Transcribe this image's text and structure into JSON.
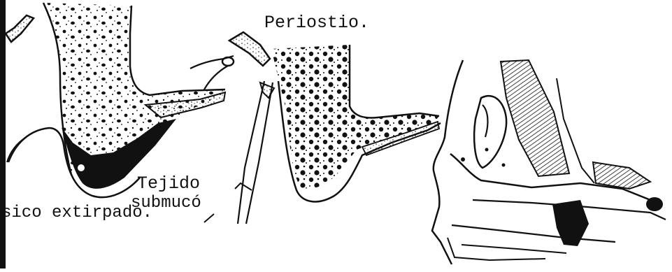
{
  "labels": {
    "periostio": "Periostio.",
    "tejido": "Tejido",
    "submuco": "submucó",
    "sico_extirpado": "sico extirpado."
  },
  "colors": {
    "ink": "#111111",
    "paper": "#ffffff"
  }
}
